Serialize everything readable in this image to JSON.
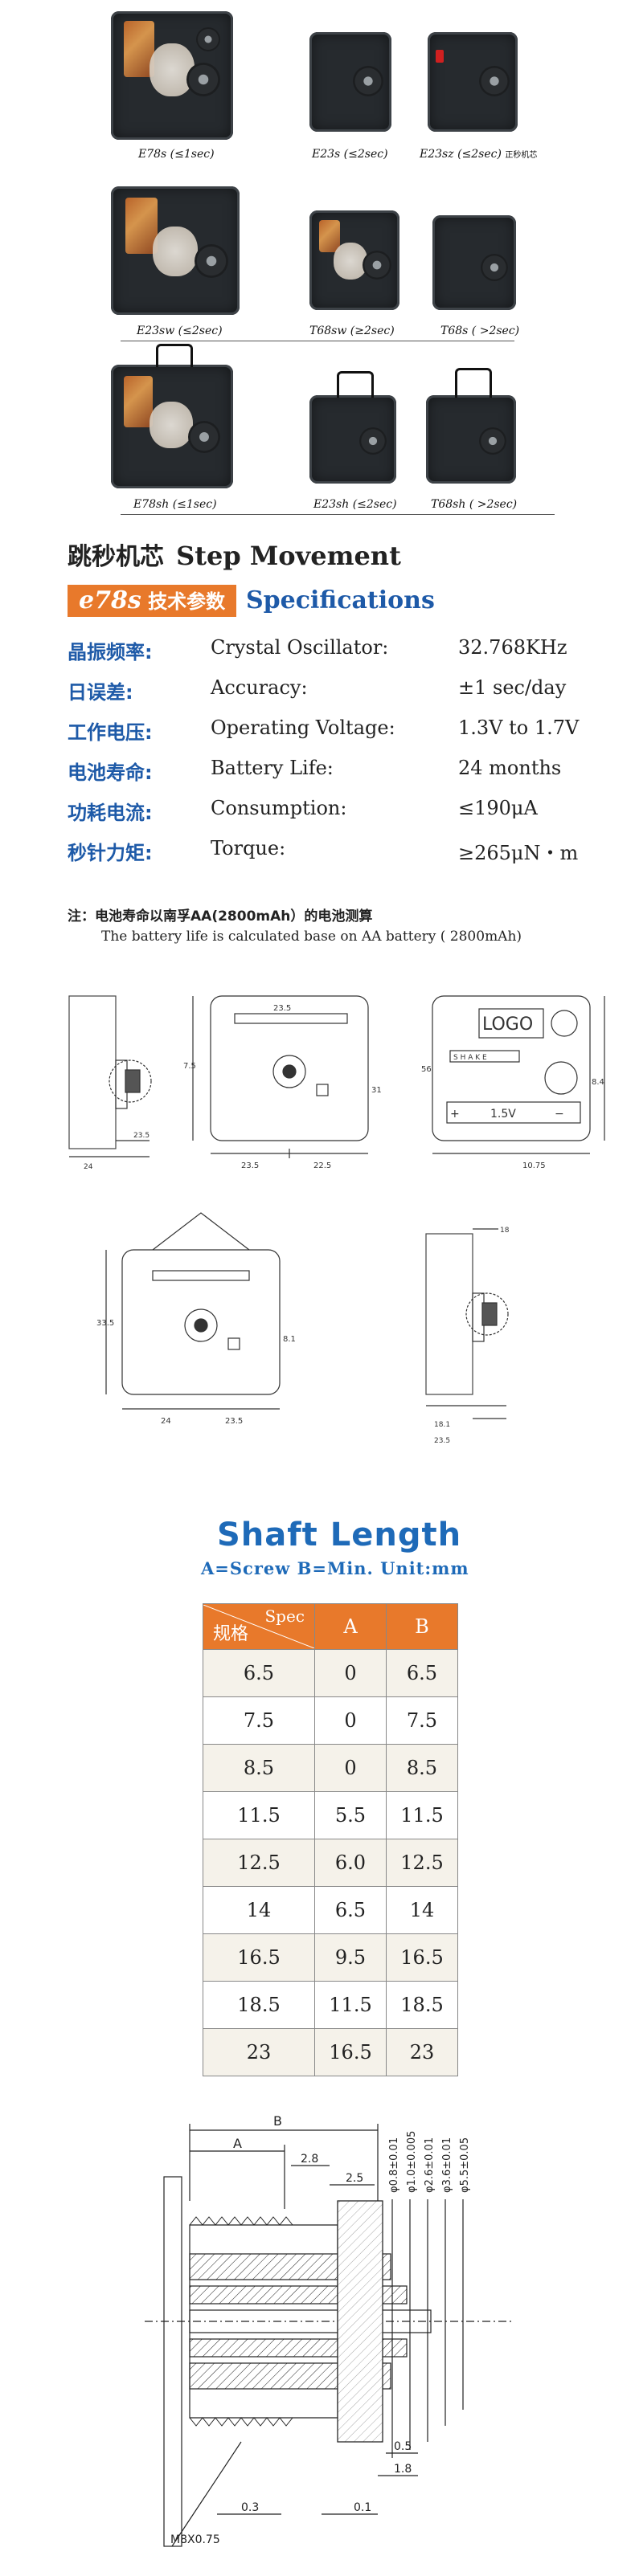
{
  "products": [
    {
      "model": "E78s",
      "note": "(≤1sec)"
    },
    {
      "model": "E23s",
      "note": "(≤2sec)"
    },
    {
      "model": "E23sz",
      "note": "(≤2sec)",
      "extra": "正秒机芯"
    },
    {
      "model": "E23sw",
      "note": "(≤2sec)"
    },
    {
      "model": "T68sw",
      "note": "(≥2sec)"
    },
    {
      "model": "T68s",
      "note": "( >2sec)"
    },
    {
      "model": "E78sh",
      "note": "(≤1sec)"
    },
    {
      "model": "E23sh",
      "note": "(≤2sec)"
    },
    {
      "model": "T68sh",
      "note": "( >2sec)"
    }
  ],
  "step_movement": {
    "title_cn": "跳秒机芯",
    "title_en": "Step Movement",
    "tag_model": "e78s",
    "tag_cn": "技术参数",
    "spec_label": "Specifications",
    "rows": [
      {
        "cn": "晶振频率:",
        "en": "Crystal Oscillator:",
        "value": "32.768KHz"
      },
      {
        "cn": "日误差:",
        "en": "Accuracy:",
        "value": "±1 sec/day"
      },
      {
        "cn": "工作电压:",
        "en": "Operating Voltage:",
        "value": "1.3V to 1.7V"
      },
      {
        "cn": "电池寿命:",
        "en": "Battery Life:",
        "value": "24 months"
      },
      {
        "cn": "功耗电流:",
        "en": "Consumption:",
        "value": "≤190μA"
      },
      {
        "cn": "秒针力矩:",
        "en": "Torque:",
        "value": "≥265μN・m"
      }
    ],
    "note_cn": "注：电池寿命以南孚AA(2800mAh）的电池测算",
    "note_en": "The battery life is calculated base on AA battery ( 2800mAh)"
  },
  "drawings": {
    "dims": [
      "23.5",
      "24",
      "23.5",
      "22.5",
      "7.5",
      "23.5",
      "31",
      "56",
      "LOGO",
      "S H A K E",
      "1.5V",
      "10.75",
      "8.4",
      "33.5",
      "24",
      "23.5",
      "8.1",
      "18",
      "18.1",
      "23.5"
    ]
  },
  "shaft": {
    "title": "Shaft Length",
    "subtitle": "A=Screw  B=Min.  Unit:mm",
    "header_spec": "Spec",
    "header_cn": "规格",
    "header_a": "A",
    "header_b": "B",
    "rows": [
      [
        "6.5",
        "0",
        "6.5"
      ],
      [
        "7.5",
        "0",
        "7.5"
      ],
      [
        "8.5",
        "0",
        "8.5"
      ],
      [
        "11.5",
        "5.5",
        "11.5"
      ],
      [
        "12.5",
        "6.0",
        "12.5"
      ],
      [
        "14",
        "6.5",
        "14"
      ],
      [
        "16.5",
        "9.5",
        "16.5"
      ],
      [
        "18.5",
        "11.5",
        "18.5"
      ],
      [
        "23",
        "16.5",
        "23"
      ]
    ]
  },
  "shaft_drawing": {
    "labels": [
      "B",
      "A",
      "2.8",
      "2.5",
      "φ0.8±0.01",
      "φ1.0±0.005",
      "φ2.6±0.01",
      "φ3.6±0.01",
      "φ5.5±0.05",
      "0.5",
      "1.8",
      "0.3",
      "0.1",
      "M8X0.75"
    ]
  }
}
